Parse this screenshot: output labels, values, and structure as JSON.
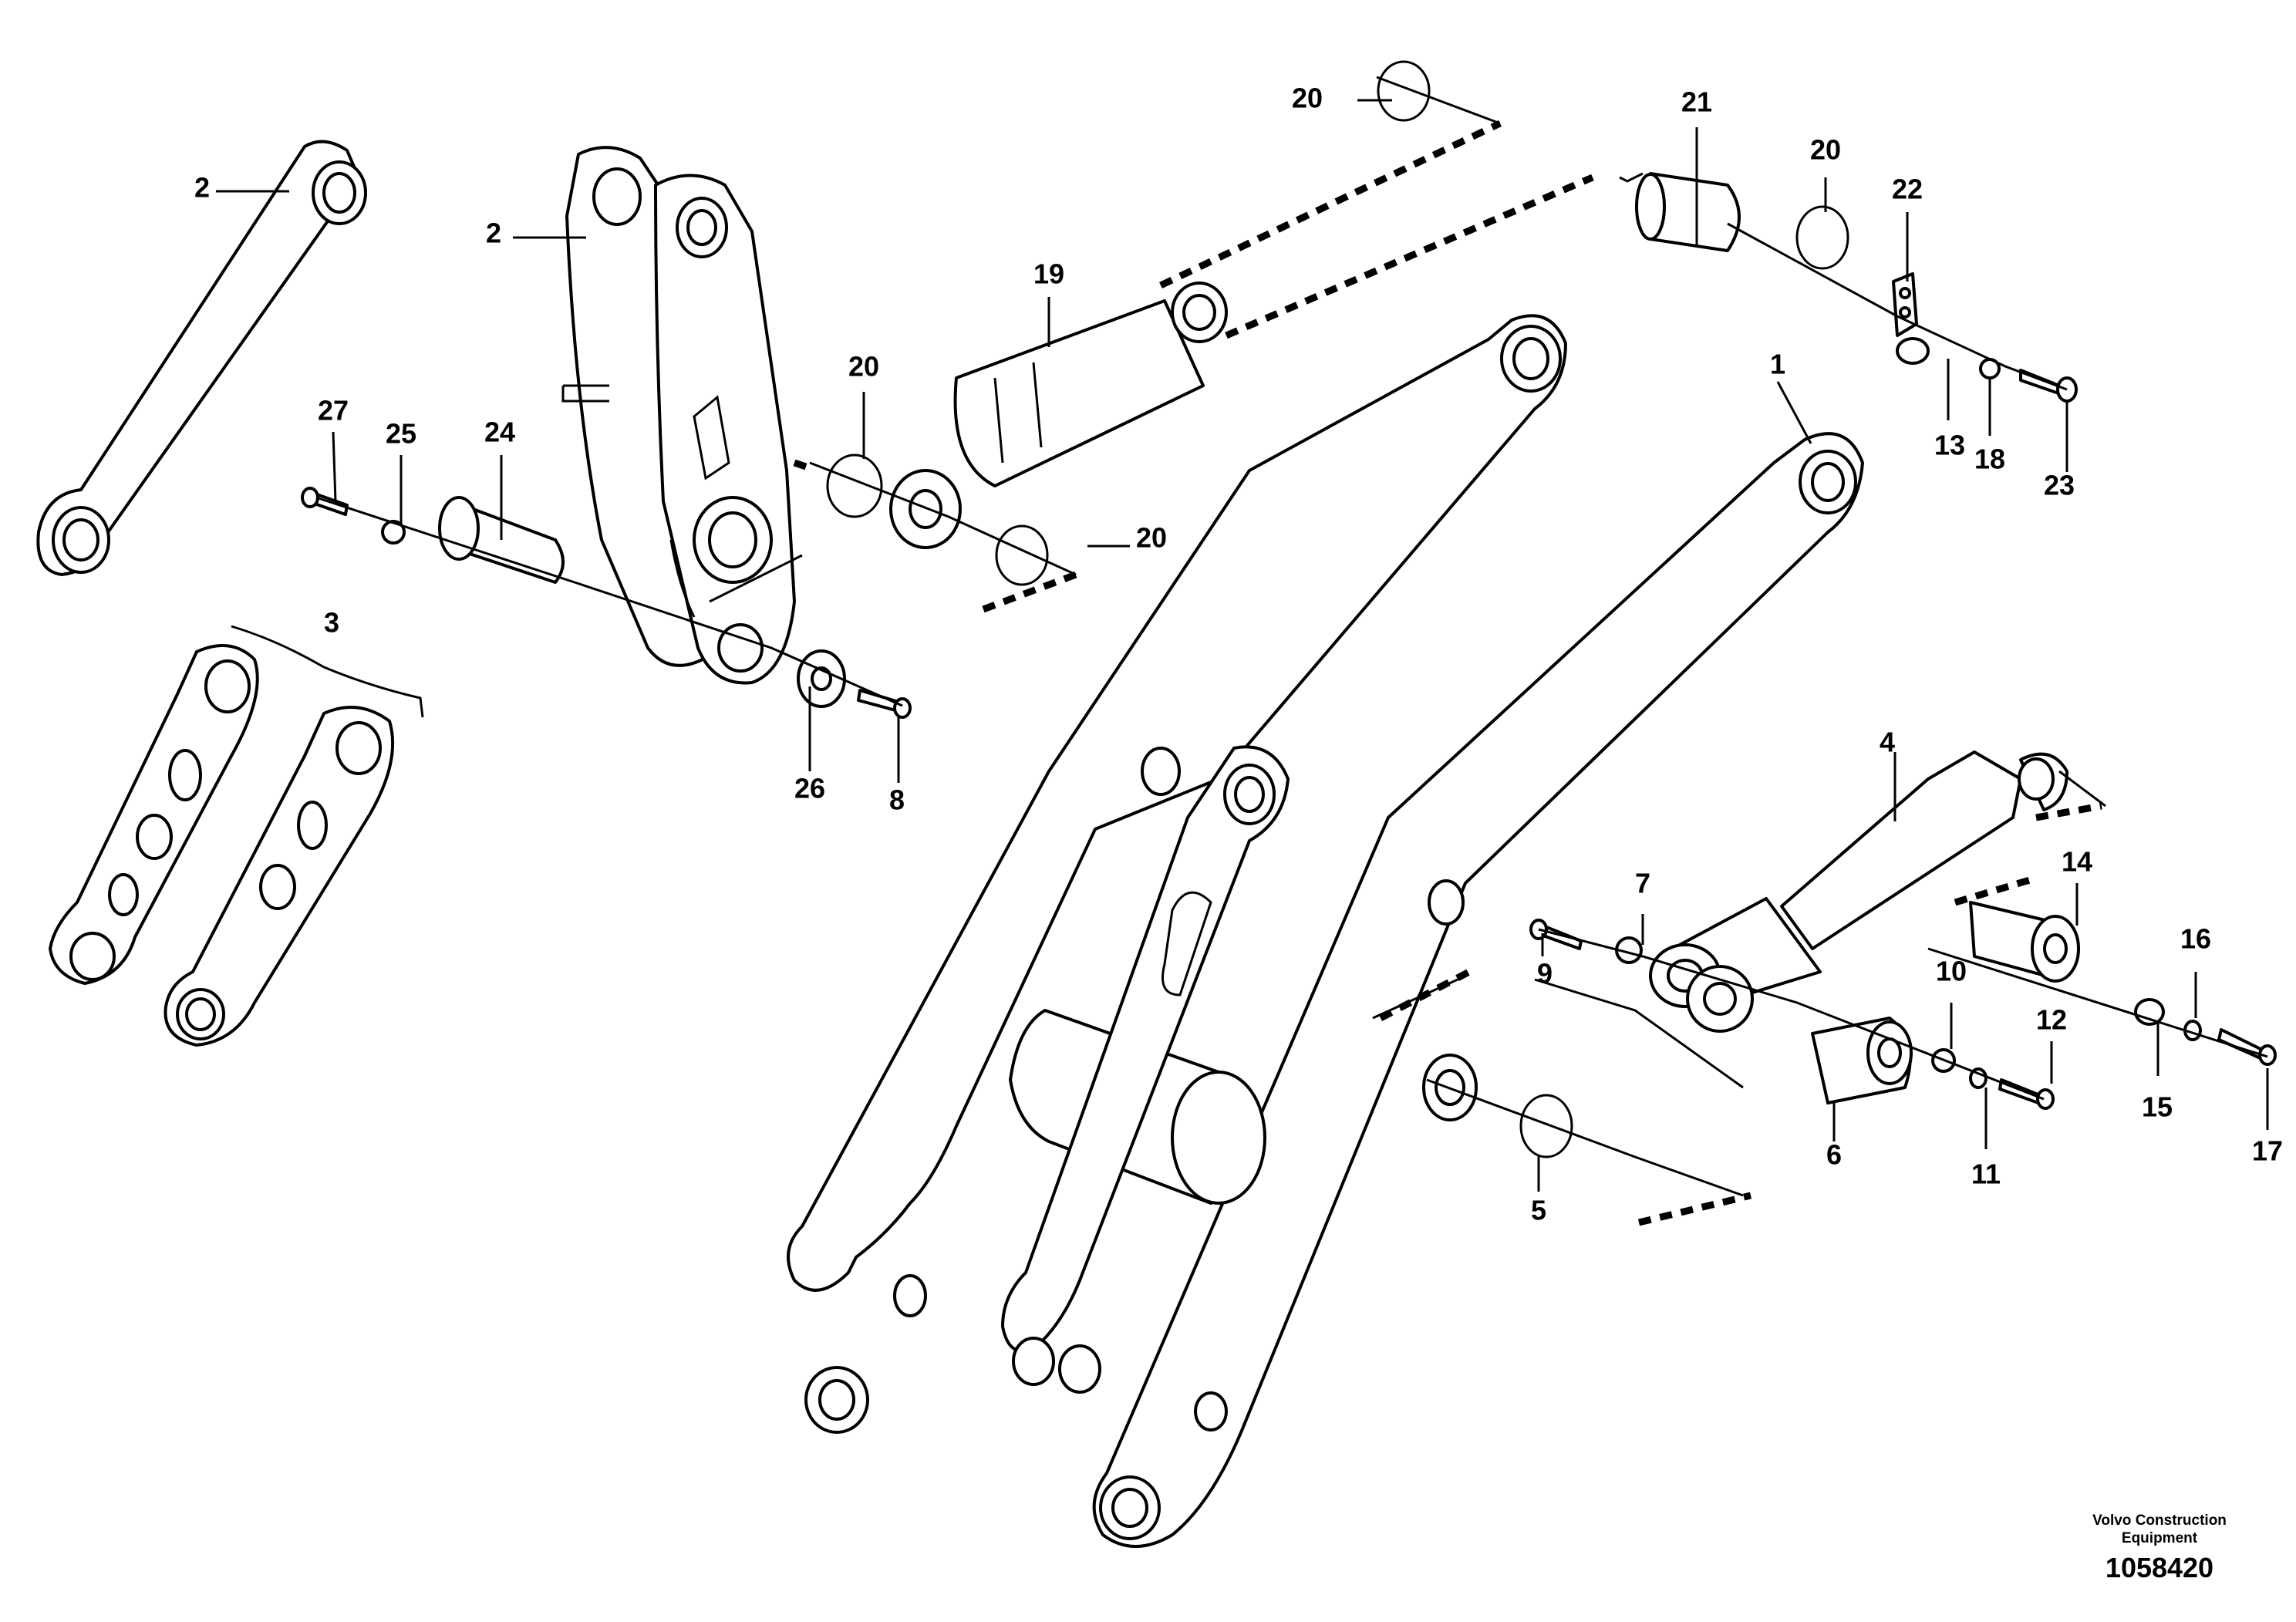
{
  "callouts": {
    "c1": "1",
    "c2a": "2",
    "c2b": "2",
    "c3": "3",
    "c4": "4",
    "c5": "5",
    "c6": "6",
    "c7": "7",
    "c8": "8",
    "c9": "9",
    "c10": "10",
    "c11": "11",
    "c12": "12",
    "c13": "13",
    "c14": "14",
    "c15": "15",
    "c16": "16",
    "c17": "17",
    "c18": "18",
    "c19": "19",
    "c20a": "20",
    "c20b": "20",
    "c20c": "20",
    "c20d": "20",
    "c21": "21",
    "c22": "22",
    "c23": "23",
    "c24": "24",
    "c25": "25",
    "c26": "26",
    "c27": "27"
  },
  "footer": {
    "brand_line1": "Volvo Construction",
    "brand_line2": "Equipment",
    "drawing_number": "1058420"
  }
}
